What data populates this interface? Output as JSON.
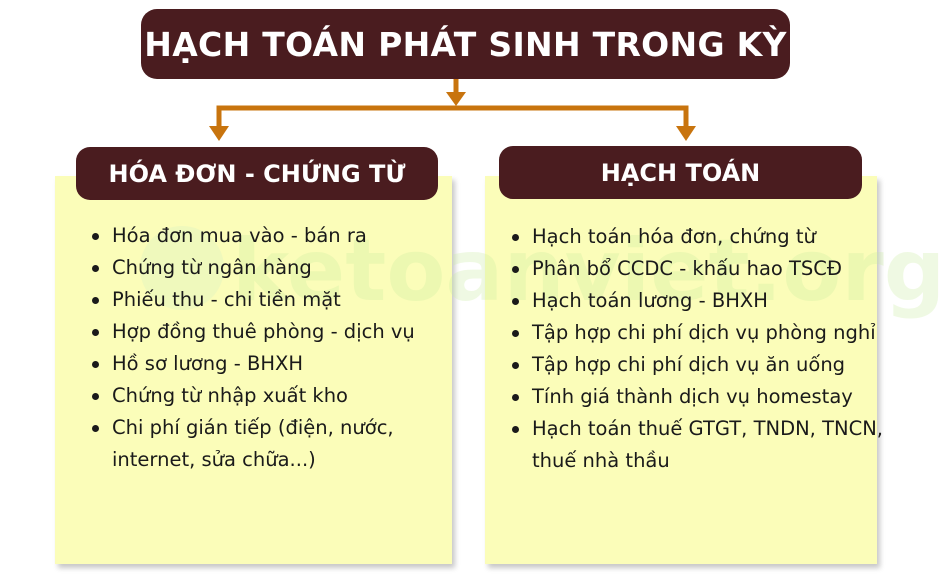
{
  "diagram": {
    "title": "HẠCH TOÁN PHÁT SINH TRONG KỲ",
    "colors": {
      "header_bg": "#4a1c1f",
      "panel_bg": "#fbfdb9",
      "arrow": "#c8740e"
    },
    "left": {
      "heading": "HÓA ĐƠN - CHỨNG TỪ",
      "items": [
        "Hóa đơn mua vào - bán ra",
        "Chứng từ ngân hàng",
        "Phiếu thu - chi tiền mặt",
        "Hợp đồng thuê phòng - dịch vụ",
        "Hồ sơ lương - BHXH",
        "Chứng từ nhập xuất kho",
        "Chi phí gián tiếp (điện, nước, internet, sửa chữa...)"
      ]
    },
    "right": {
      "heading": "HẠCH TOÁN",
      "items": [
        "Hạch toán hóa đơn, chứng từ",
        "Phân bổ CCDC - khấu hao TSCĐ",
        "Hạch toán lương - BHXH",
        "Tập hợp chi phí dịch vụ phòng nghỉ",
        "Tập hợp chi phí dịch vụ ăn uống",
        "Tính giá thành dịch vụ homestay",
        "Hạch toán thuế GTGT, TNDN, TNCN, thuế nhà thầu"
      ]
    },
    "watermark": "ketoanviet.org"
  }
}
